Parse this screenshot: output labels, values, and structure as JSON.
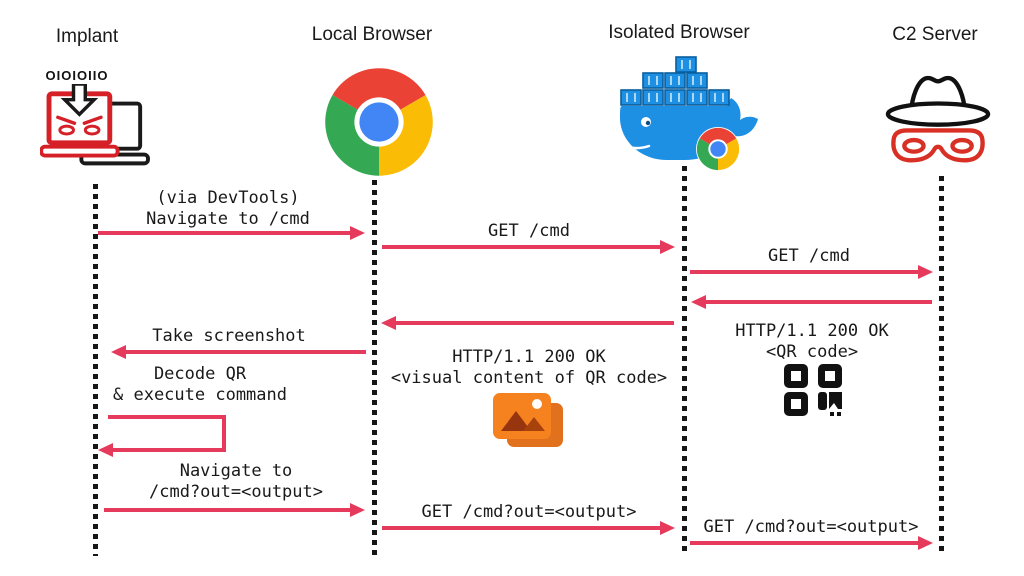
{
  "actors": {
    "implant": {
      "label": "Implant",
      "binary_text": "OIOIOIIO",
      "icon": "implant-laptop-icon"
    },
    "local_browser": {
      "label": "Local Browser",
      "icon": "chrome-browser-icon"
    },
    "isolated_browser": {
      "label": "Isolated Browser",
      "icon": "docker-whale-icon",
      "sub_icon": "chrome-browser-icon"
    },
    "c2_server": {
      "label": "C2 Server",
      "icon": "spy-hat-mask-icon"
    }
  },
  "messages": {
    "navigate_cmd": {
      "line1": "(via DevTools)",
      "line2": "Navigate to /cmd",
      "from": "implant",
      "to": "local_browser",
      "direction": "right"
    },
    "get_cmd_1": {
      "label": "GET /cmd",
      "from": "local_browser",
      "to": "isolated_browser",
      "direction": "right"
    },
    "get_cmd_2": {
      "label": "GET /cmd",
      "from": "isolated_browser",
      "to": "c2_server",
      "direction": "right"
    },
    "response_qr": {
      "line1": "HTTP/1.1 200 OK",
      "line2": "<QR code>",
      "icon": "qr-code-icon",
      "from": "c2_server",
      "to": "isolated_browser",
      "direction": "left"
    },
    "response_visual": {
      "line1": "HTTP/1.1 200 OK",
      "line2": "<visual content of QR code>",
      "icon": "image-icon",
      "from": "isolated_browser",
      "to": "local_browser",
      "direction": "left"
    },
    "take_screenshot": {
      "label": "Take screenshot",
      "from": "local_browser",
      "to": "implant",
      "direction": "left"
    },
    "decode_execute": {
      "line1": "Decode QR",
      "line2": "& execute command",
      "self_loop": true,
      "actor": "implant"
    },
    "navigate_out": {
      "line1": "Navigate to",
      "line2": "/cmd?out=<output>",
      "from": "implant",
      "to": "local_browser",
      "direction": "right"
    },
    "get_out_1": {
      "label": "GET /cmd?out=<output>",
      "from": "local_browser",
      "to": "isolated_browser",
      "direction": "right"
    },
    "get_out_2": {
      "label": "GET /cmd?out=<output>",
      "from": "isolated_browser",
      "to": "c2_server",
      "direction": "right"
    }
  },
  "colors": {
    "arrow": "#e63a5c",
    "lifeline": "#161616",
    "text": "#191919",
    "implant_red": "#d62027",
    "docker_blue": "#1d90e4",
    "chrome_red": "#ea4335",
    "chrome_green": "#34a853",
    "chrome_yellow": "#fbbc05",
    "chrome_blue": "#4285f4",
    "image_icon_orange": "#f5821f",
    "image_icon_shadow": "#e2711d",
    "spy_mask_red": "#d93025",
    "background": "#ffffff"
  }
}
